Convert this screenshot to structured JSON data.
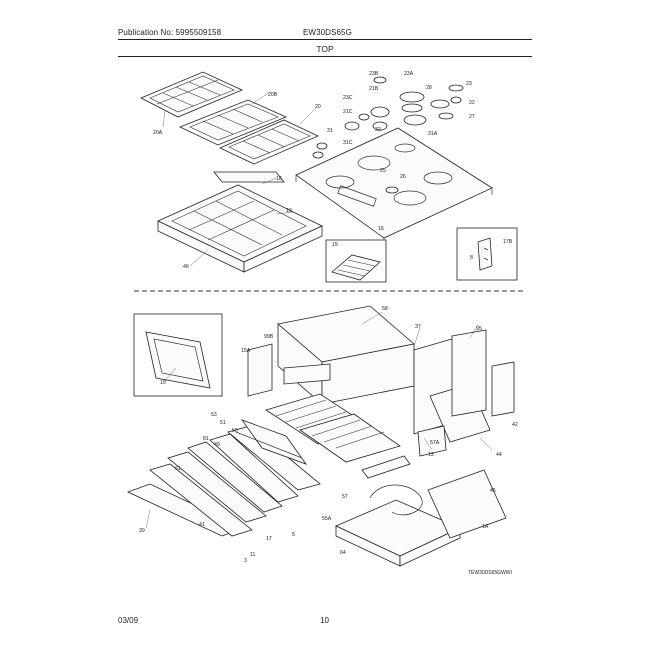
{
  "header": {
    "publication": "Publication No: 5995509158",
    "model": "EW30DS65G",
    "section": "TOP"
  },
  "footer": {
    "date": "03/09",
    "page": "10"
  },
  "diagram": {
    "code": "TEW30DS65GWWI",
    "labels": {
      "l_23b": "23B",
      "l_23a": "23A",
      "l_23": "23",
      "l_23c": "23C",
      "l_21b": "21B",
      "l_21c": "21C",
      "l_22": "22",
      "l_20b": "20B",
      "l_20": "20",
      "l_20a": "20A",
      "l_31": "31",
      "l_31a": "31A",
      "l_31c": "31C",
      "l_32": "32",
      "l_27": "27",
      "l_28": "28",
      "l_26": "26",
      "l_25": "25",
      "l_18": "18",
      "l_19": "19",
      "l_46": "46",
      "l_15": "15",
      "l_16": "16",
      "l_17b": "17B",
      "l_8": "8",
      "l_58": "58",
      "l_99b": "99B",
      "l_15a": "15A",
      "l_37": "37",
      "l_95": "95",
      "l_10": "10",
      "l_53": "53",
      "l_51": "51",
      "l_50": "50",
      "l_49": "49",
      "l_81": "81",
      "l_57a": "57A",
      "l_13": "13",
      "l_61": "61",
      "l_41": "41",
      "l_17": "17",
      "l_39": "39",
      "l_11": "11",
      "l_5": "5",
      "l_3": "3",
      "l_1a": "1A",
      "l_64": "64",
      "l_57": "57",
      "l_45": "45",
      "l_55a": "55A",
      "l_44": "44",
      "l_42": "42"
    }
  }
}
